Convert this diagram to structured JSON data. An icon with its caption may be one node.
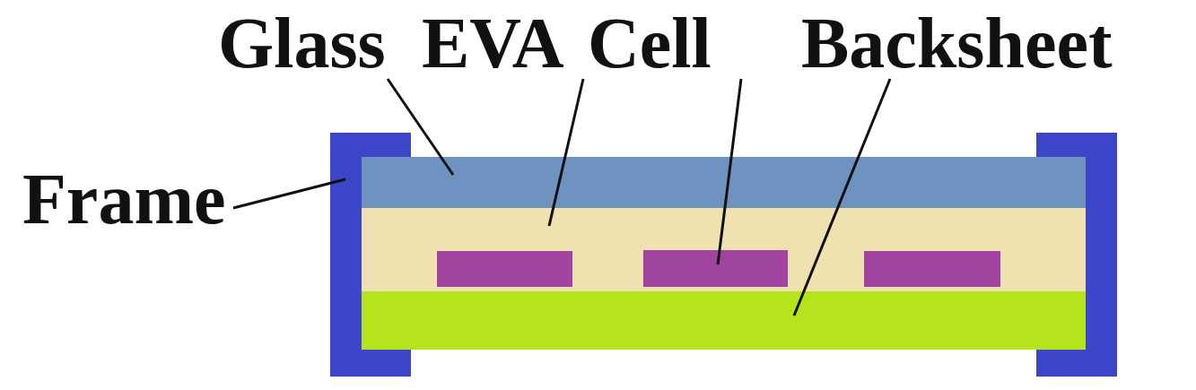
{
  "diagram": {
    "nodes": [
      {
        "text": [
          "Glass"
        ]
      },
      {
        "text": [
          "EVA"
        ]
      },
      {
        "text": [
          "Cell"
        ]
      },
      {
        "text": [
          "Backsheet"
        ]
      },
      {
        "text": [
          "Frame"
        ]
      },
      {
        "text": [],
        "shape": "bar"
      },
      {
        "text": [],
        "shape": "bar"
      },
      {
        "text": [],
        "shape": "box",
        "in": 6
      },
      {
        "text": [],
        "shape": "bar"
      },
      {
        "text": [],
        "shape": "bracket"
      }
    ],
    "edges": [
      {
        "from": 0,
        "to": 5,
        "arrow": "none"
      },
      {
        "from": 1,
        "to": 6,
        "arrow": "none"
      },
      {
        "from": 2,
        "to": 7,
        "arrow": "none"
      },
      {
        "from": 3,
        "to": 8,
        "arrow": "none"
      },
      {
        "from": 4,
        "to": 9,
        "arrow": "none"
      }
    ]
  }
}
